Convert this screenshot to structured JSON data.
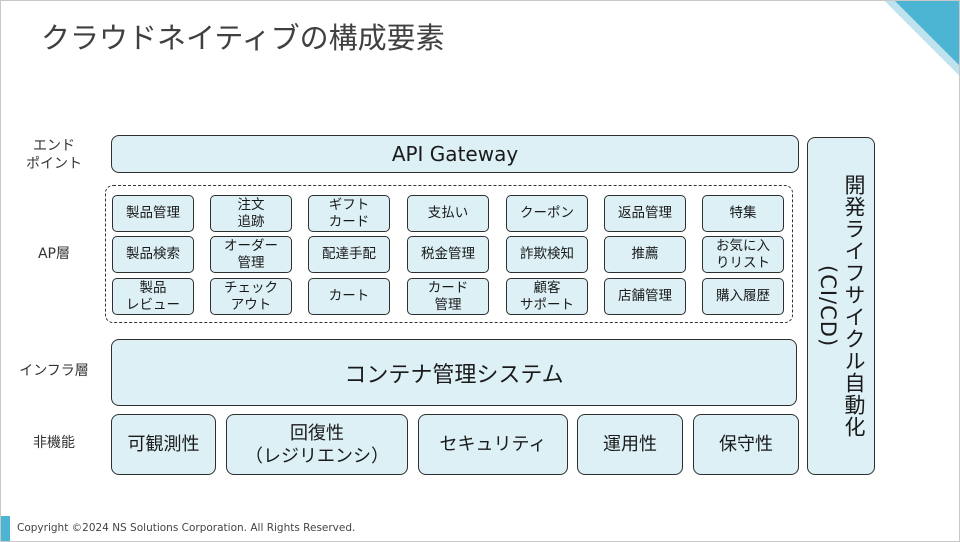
{
  "title": "クラウドネイティブの構成要素",
  "rows": {
    "endpoint": "エンド\nポイント",
    "ap": "AP層",
    "infra": "インフラ層",
    "nonfunc": "非機能"
  },
  "endpoint": {
    "gateway": "API Gateway"
  },
  "ap_grid": [
    [
      "製品管理",
      "注文\n追跡",
      "ギフト\nカード",
      "支払い",
      "クーポン",
      "返品管理",
      "特集"
    ],
    [
      "製品検索",
      "オーダー\n管理",
      "配達手配",
      "税金管理",
      "詐欺検知",
      "推薦",
      "お気に入\nりリスト"
    ],
    [
      "製品\nレビュー",
      "チェック\nアウト",
      "カート",
      "カード\n管理",
      "顧客\nサポート",
      "店舗管理",
      "購入履歴"
    ]
  ],
  "infra": {
    "container": "コンテナ管理システム"
  },
  "nonfunctional": [
    "可観測性",
    "回復性\n（レジリエンシ）",
    "セキュリティ",
    "運用性",
    "保守性"
  ],
  "devops": "開発ライフサイクル自動化(CI/CD)",
  "footer": "Copyright ©2024 NS Solutions Corporation. All Rights Reserved.",
  "colors": {
    "box_fill": "#dcf0f5",
    "accent": "#4db5d4",
    "title": "#404040"
  }
}
